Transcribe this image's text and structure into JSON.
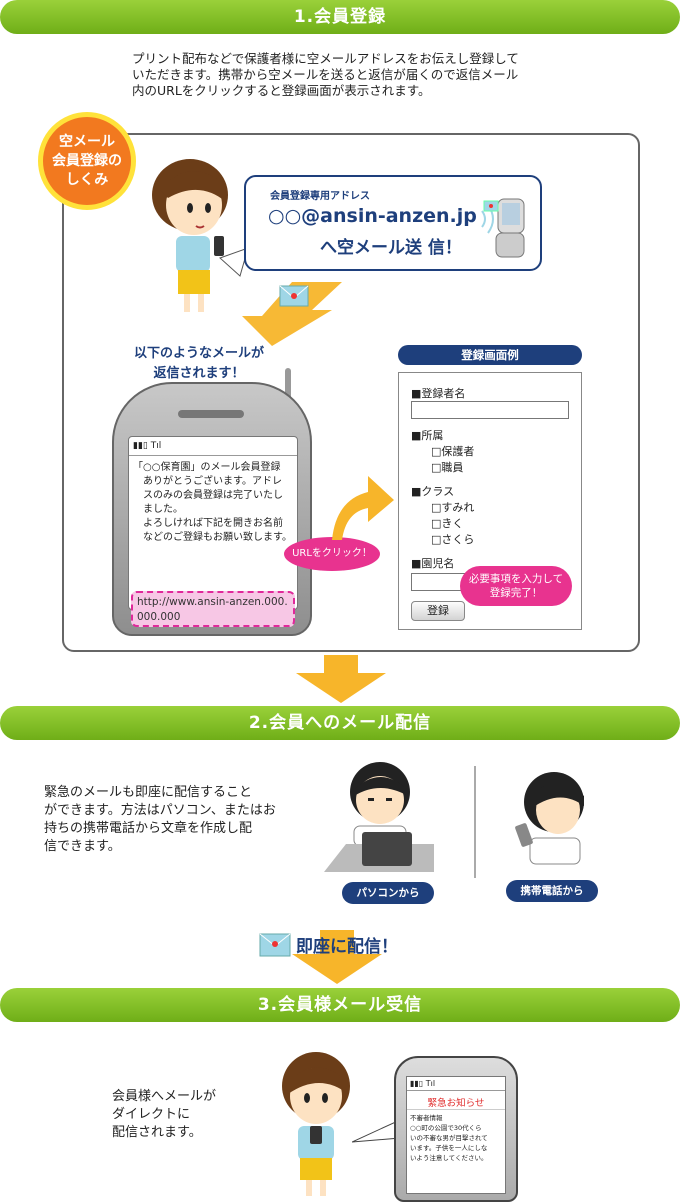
{
  "section1": {
    "title": "1.会員登録",
    "intro": [
      "プリント配布などで保護者様に空メールアドレスをお伝えし登録して",
      "いただきます。携帯から空メールを送ると返信が届くので返信メール",
      "内のURLをクリックすると登録画面が表示されます。"
    ],
    "badge": [
      "空メール",
      "会員登録の",
      "しくみ"
    ],
    "address_box": {
      "label": "会員登録専用アドレス",
      "address": "○○@ansin-anzen.jp",
      "action": "へ空メール送 信！"
    },
    "reply_caption": [
      "以下のようなメールが",
      "返信されます！"
    ],
    "phone_status": "▮▮▯ Tıl",
    "mail_lines": [
      "「○○保育園」のメール会員登録",
      "　ありがとうございます。アドレ",
      "　スのみの会員登録は完了いたし",
      "　ました。",
      "　よろしければ下記を開きお名前",
      "　などのご登録もお願い致します。"
    ],
    "mail_url": [
      "http://www.ansin-anzen.000.",
      "000.000"
    ],
    "url_bubble": "URLをクリック！",
    "register_form": {
      "title": "登録画面例",
      "name_label": "■登録者名",
      "affiliation_label": "■所属",
      "affiliation_options": [
        "□保護者",
        "□職員"
      ],
      "class_label": "■クラス",
      "class_options": [
        "□すみれ",
        "□きく",
        "□さくら"
      ],
      "child_label": "■園児名",
      "submit": "登録",
      "complete_bubble": [
        "必要事項を入力して",
        "登録完了！"
      ]
    }
  },
  "section2": {
    "title": "2.会員へのメール配信",
    "text": [
      "緊急のメールも即座に配信すること",
      "ができます。方法はパソコン、またはお",
      "持ちの携帯電話から文章を作成し配",
      "信できます。"
    ],
    "pc_label": "パソコンから",
    "mobile_label": "携帯電話から",
    "instant": "即座に配信！"
  },
  "section3": {
    "title": "3.会員様メール受信",
    "text": [
      "会員様へメールが",
      "ダイレクトに",
      "配信されます。"
    ],
    "phone_status": "▮▮▯ Tıl",
    "notice_title": "緊急お知らせ",
    "notice_lines": [
      "不審者情報",
      "○○町の公園で30代くら",
      "いの不審な男が目撃されて",
      "います。子供を一人にしな",
      "いよう注意してください。"
    ]
  },
  "colors": {
    "green": "#7cbd21",
    "navy": "#1e3f7c",
    "orange": "#f2791f",
    "pink": "#e8338f",
    "arrow": "#f7b52a"
  }
}
